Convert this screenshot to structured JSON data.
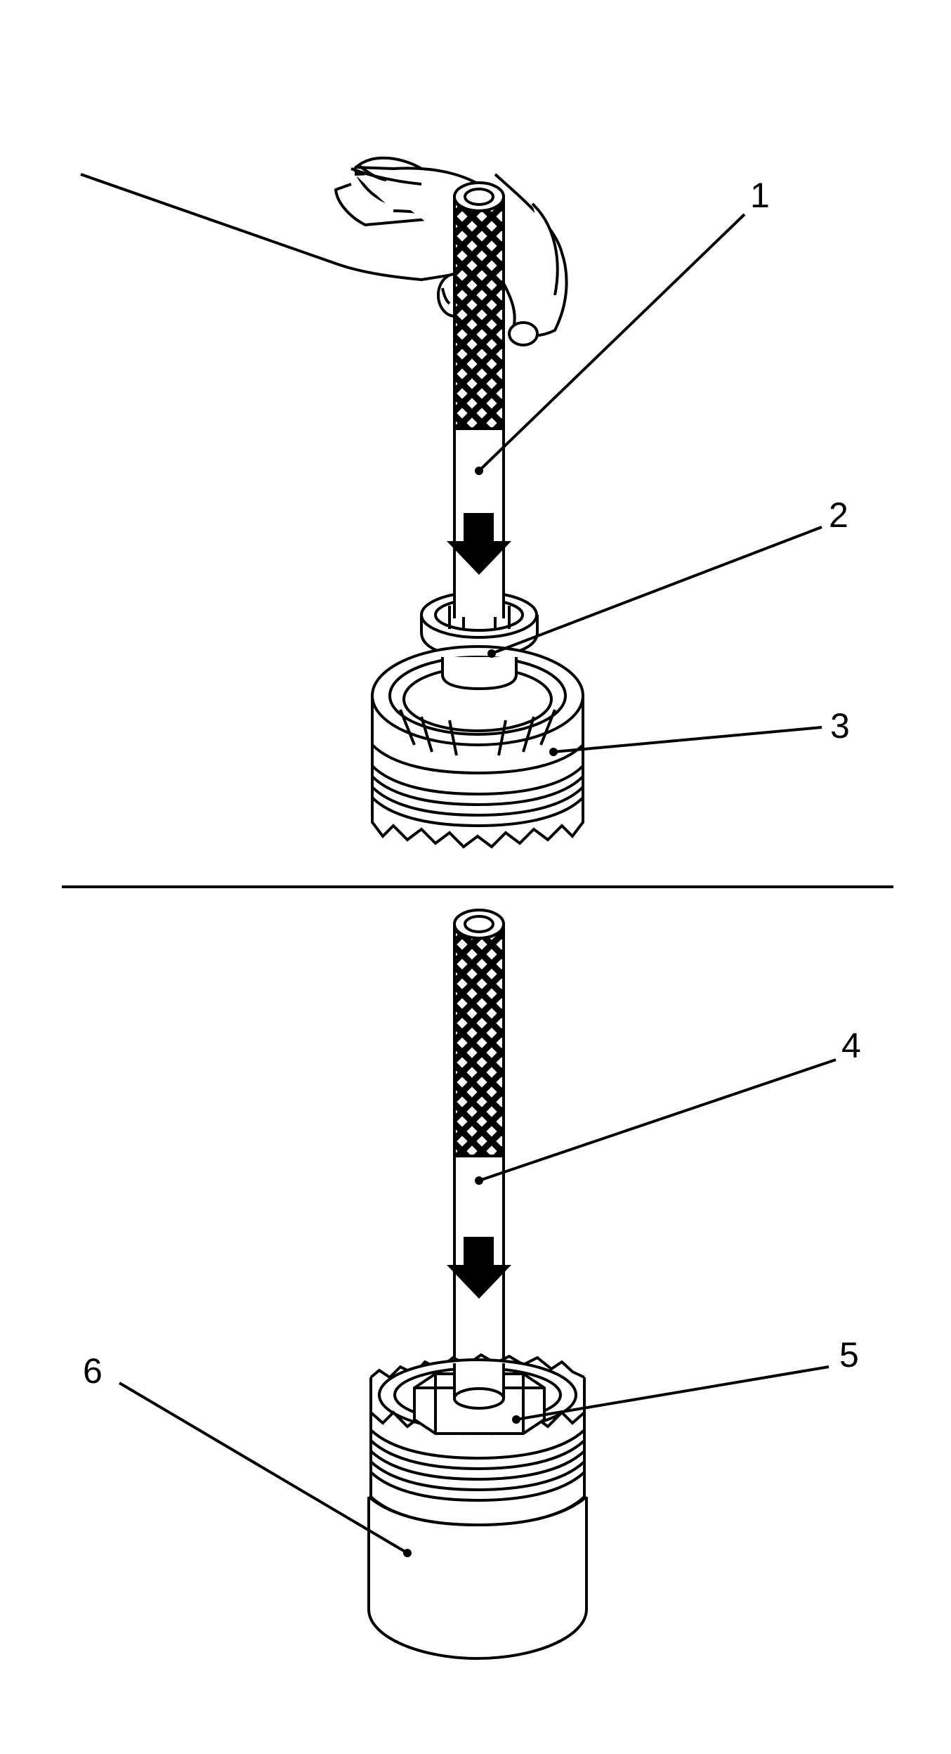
{
  "diagram": {
    "callouts": [
      {
        "id": "1",
        "label": "1"
      },
      {
        "id": "2",
        "label": "2"
      },
      {
        "id": "3",
        "label": "3"
      },
      {
        "id": "4",
        "label": "4"
      },
      {
        "id": "5",
        "label": "5"
      },
      {
        "id": "6",
        "label": "6"
      }
    ],
    "colors": {
      "ink": "#000000",
      "paper": "#ffffff"
    },
    "icons": [
      "hand-icon",
      "installer-handle-icon",
      "push-direction-arrow-icon",
      "seal-installer-icon",
      "clutch-housing-icon",
      "holding-fixture-icon"
    ]
  }
}
